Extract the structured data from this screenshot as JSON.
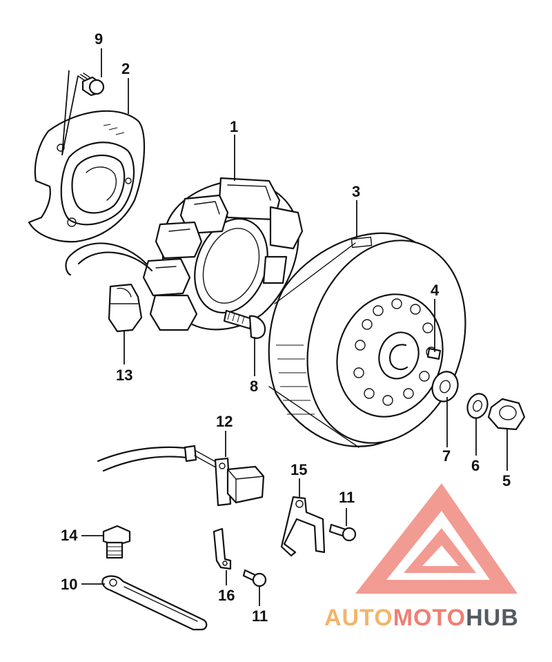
{
  "diagram": {
    "parts": [
      {
        "id": "1",
        "label": "1"
      },
      {
        "id": "2",
        "label": "2"
      },
      {
        "id": "3",
        "label": "3"
      },
      {
        "id": "4",
        "label": "4"
      },
      {
        "id": "5",
        "label": "5"
      },
      {
        "id": "6",
        "label": "6"
      },
      {
        "id": "7",
        "label": "7"
      },
      {
        "id": "8",
        "label": "8"
      },
      {
        "id": "9",
        "label": "9"
      },
      {
        "id": "10",
        "label": "10"
      },
      {
        "id": "11a",
        "label": "11"
      },
      {
        "id": "11b",
        "label": "11"
      },
      {
        "id": "12",
        "label": "12"
      },
      {
        "id": "13",
        "label": "13"
      },
      {
        "id": "14",
        "label": "14"
      },
      {
        "id": "15",
        "label": "15"
      },
      {
        "id": "16",
        "label": "16"
      }
    ]
  },
  "watermark": {
    "text_part1": "AUTO",
    "text_part2": "MOTO",
    "text_part3": "HUB",
    "color_red": "#e8685f",
    "color_orange": "#f2b56b",
    "color_grey": "#555a5f"
  }
}
